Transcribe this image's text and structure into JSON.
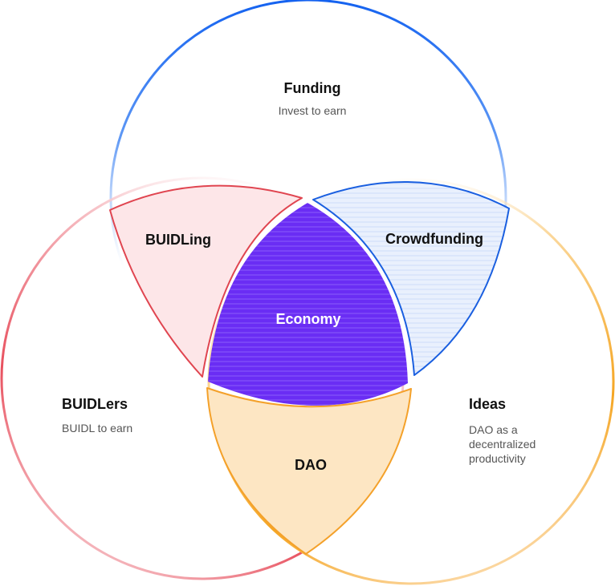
{
  "sets": {
    "funding": {
      "title": "Funding",
      "description": "Invest to earn",
      "color": "#1a6ef2"
    },
    "builders": {
      "title": "BUIDLers",
      "description": "BUIDL to earn",
      "color": "#e8505e"
    },
    "ideas": {
      "title": "Ideas",
      "description_lines": [
        "DAO as a",
        "decentralized",
        "productivity"
      ],
      "color": "#f4a12a"
    }
  },
  "regions": {
    "funding_builders": {
      "label": "BUIDLing",
      "fill": "#fde6e8",
      "stroke": "#e04550"
    },
    "funding_ideas": {
      "label": "Crowdfunding",
      "fill": "#e6eefc",
      "stroke": "#1a5fe0"
    },
    "builders_ideas": {
      "label": "DAO",
      "fill": "#fde6c3",
      "stroke": "#f4a12a"
    },
    "center": {
      "label": "Economy",
      "fill": "#6b2ff5"
    }
  }
}
